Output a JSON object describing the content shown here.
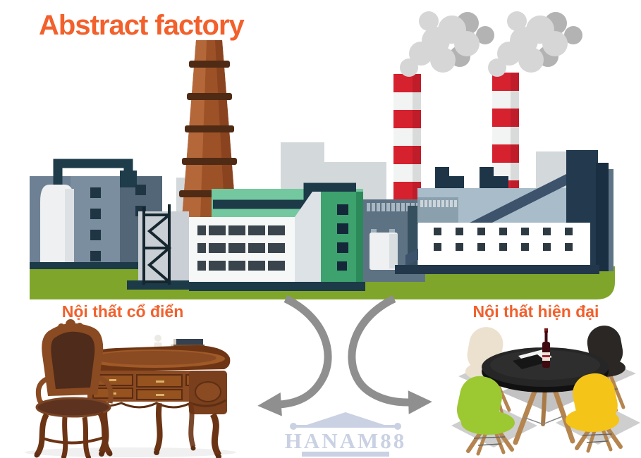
{
  "title": {
    "text": "Abstract factory"
  },
  "diagram": {
    "source": {
      "name": "abstract-factory-illustration"
    },
    "branches": [
      {
        "side": "left",
        "label": "Nội thất cổ điển",
        "meaning": "classic-furniture-product-family"
      },
      {
        "side": "right",
        "label": "Nội thất hiện đại",
        "meaning": "modern-furniture-product-family"
      }
    ]
  },
  "watermark": {
    "text": "HANAM88"
  },
  "colors": {
    "accent_orange": "#f2602c",
    "grass_green": "#7fa62b",
    "chimney_red": "#d6212f",
    "chimney_brown": "#9d5127",
    "navy_dark": "#1c3a48",
    "slate_gray": "#6e8094",
    "smoke_light": "#d6d6d6",
    "smoke_dark": "#b3b3b3",
    "green_building": "#3da26e",
    "green_band": "#74c89f",
    "arrow_gray": "#8f8f8f",
    "watermark_blue": "#c7cfe2",
    "wood_brown": "#8a4a22",
    "leather_brown": "#4e2b1b",
    "chair_cream": "#ece1cf",
    "chair_black": "#2b2725",
    "chair_green": "#9cc832",
    "chair_yellow": "#f4c419",
    "wood_leg": "#b5854f"
  }
}
